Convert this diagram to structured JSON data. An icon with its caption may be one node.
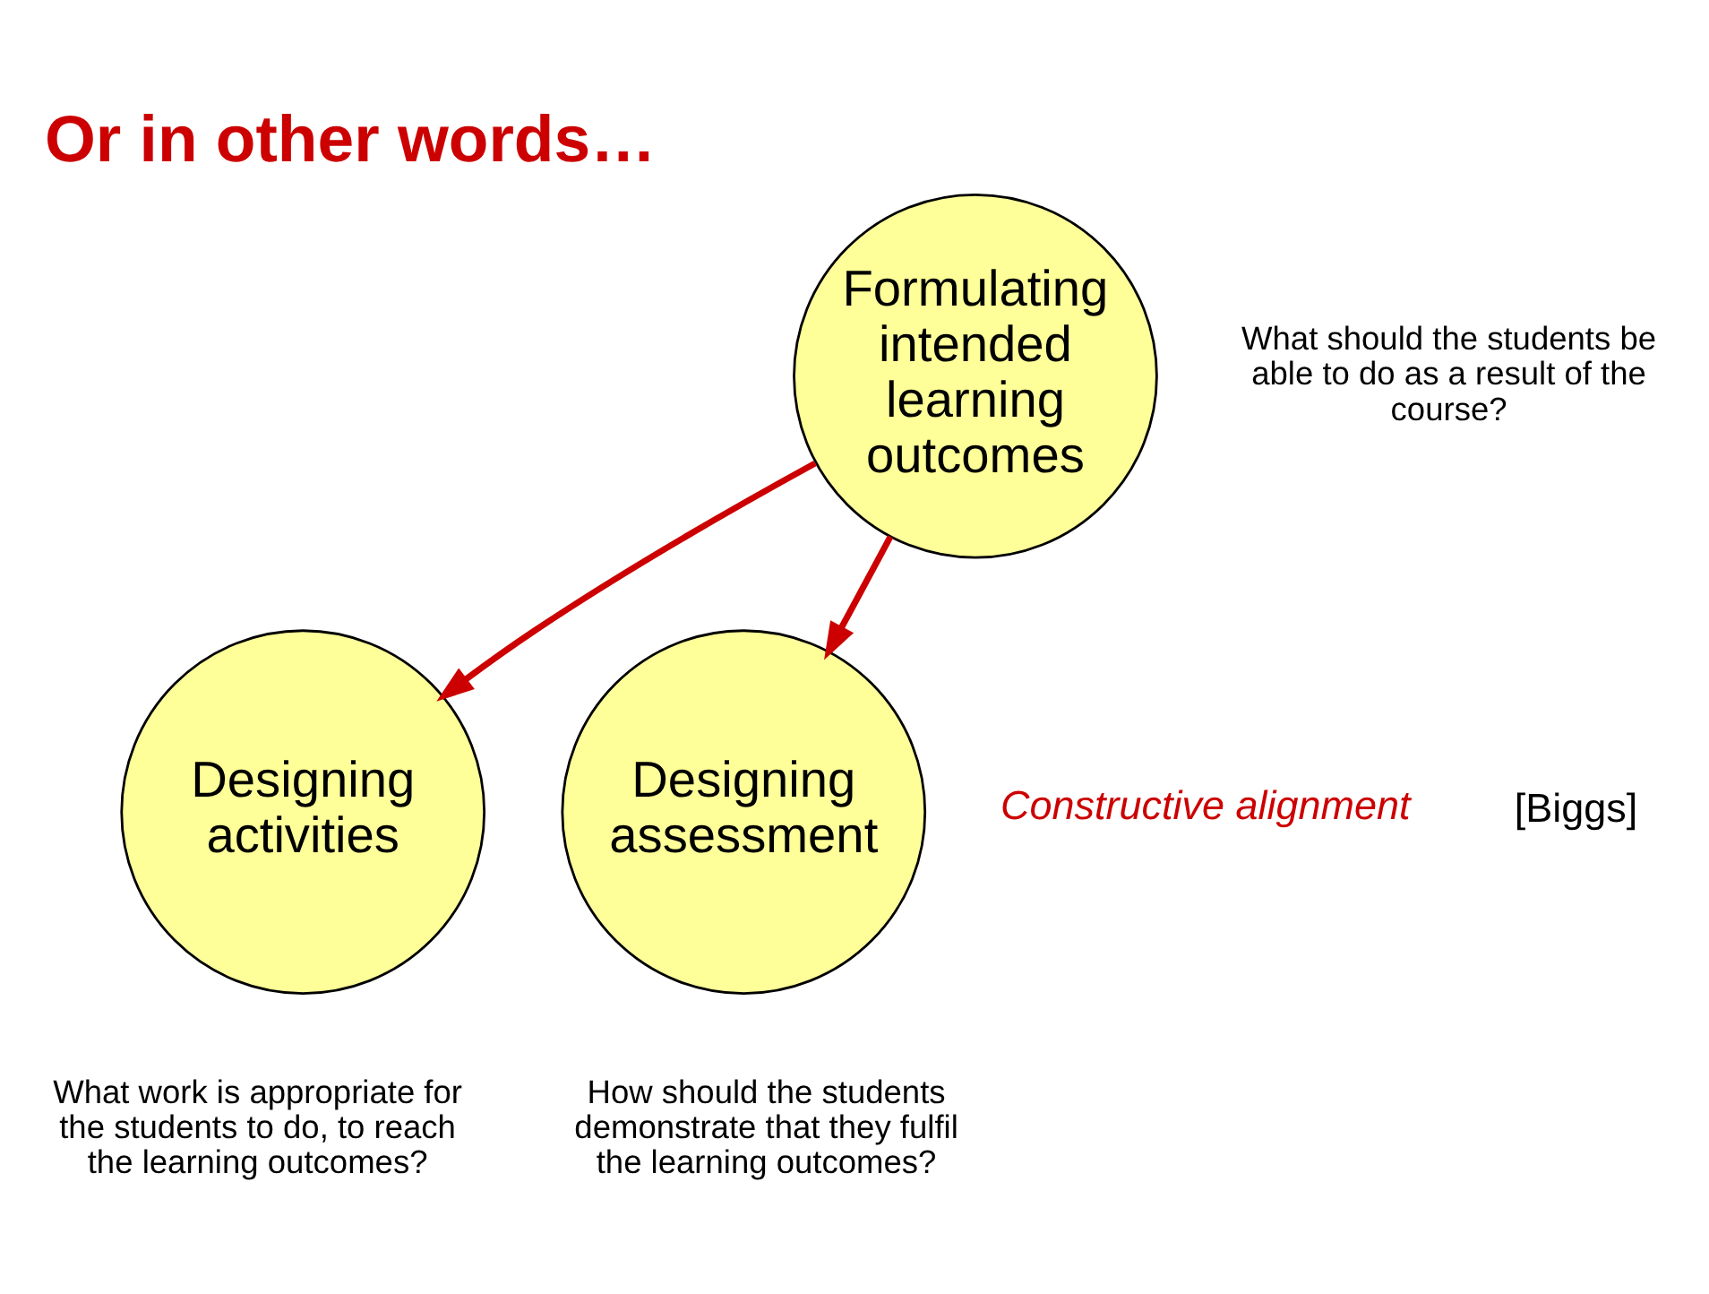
{
  "diagram": {
    "title": "Or in other words…",
    "nodes": [
      {
        "text": [
          "Formulating intended learning outcomes"
        ],
        "beside": [
          "What should the students be able to do as a result of the course?"
        ]
      },
      {
        "text": [
          "Designing activities"
        ],
        "beside": [
          "What work is appropriate for the students to do, to reach the learning outcomes?"
        ]
      },
      {
        "text": [
          "Designing assessment"
        ],
        "beside": [
          "How should the students demonstrate that they fulfil the learning outcomes?"
        ]
      }
    ],
    "edges": [
      {
        "from": 0,
        "to": 1,
        "arrow": "to"
      },
      {
        "from": 0,
        "to": 2,
        "arrow": "to"
      }
    ],
    "labels": [
      "Constructive alignment",
      "[Biggs]"
    ]
  }
}
